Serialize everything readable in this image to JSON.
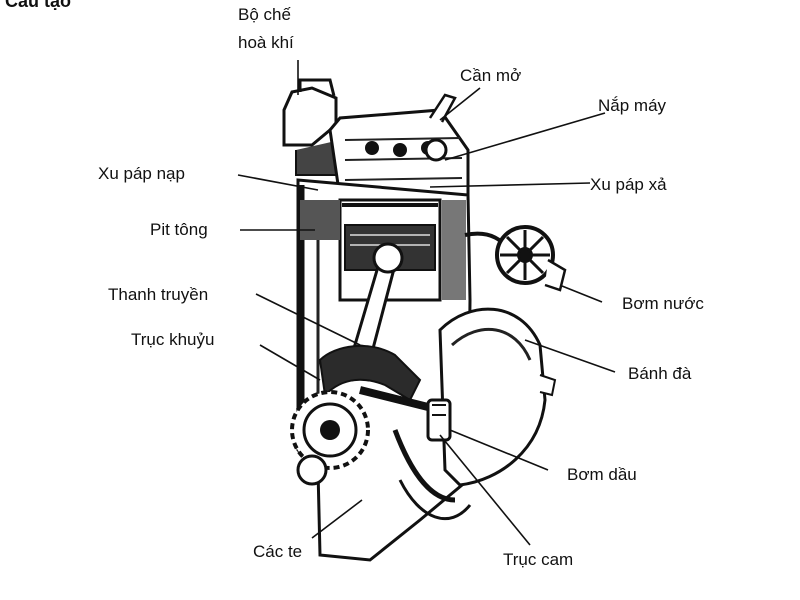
{
  "heading": "Cấu tạo",
  "labels": {
    "carburetor_line1": "Bộ chế",
    "carburetor_line2": "hoà khí",
    "rocker_arm": "Cần mở",
    "cylinder_head": "Nắp máy",
    "intake_valve": "Xu páp nạp",
    "exhaust_valve": "Xu páp xả",
    "piston": "Pit tông",
    "connecting_rod": "Thanh truyền",
    "water_pump": "Bơm nước",
    "crankshaft": "Trục khuỷu",
    "flywheel": "Bánh đà",
    "oil_pump": "Bơm dầu",
    "crankcase": "Các te",
    "camshaft": "Trục cam"
  },
  "colors": {
    "ink": "#111111",
    "shade": "#2b2b2b",
    "paper": "#ffffff"
  }
}
